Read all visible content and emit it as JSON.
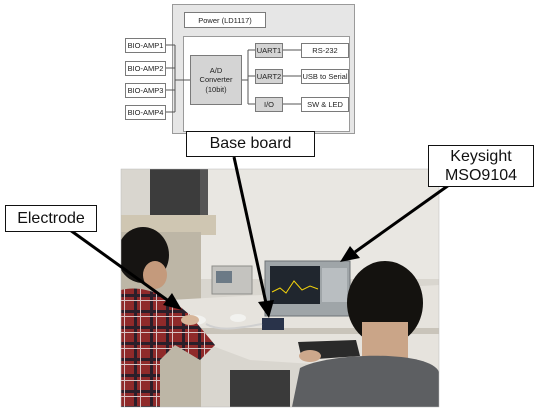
{
  "diagram": {
    "power": "Power (LD1117)",
    "adc": "A/D\nConverter\n(10bit)",
    "amps": [
      "BIO-AMP1",
      "BIO-AMP2",
      "BIO-AMP3",
      "BIO-AMP4"
    ],
    "ports": [
      {
        "port": "UART1",
        "device": "RS-232"
      },
      {
        "port": "UART2",
        "device": "USB to Serial"
      },
      {
        "port": "I/O",
        "device": "SW & LED"
      }
    ]
  },
  "callouts": {
    "base_board": "Base board",
    "keysight": "Keysight\nMSO9104",
    "electrode": "Electrode"
  },
  "colors": {
    "board_fill": "#e6e6e6",
    "block_fill": "#d4d4d4",
    "arrow": "#000000"
  }
}
